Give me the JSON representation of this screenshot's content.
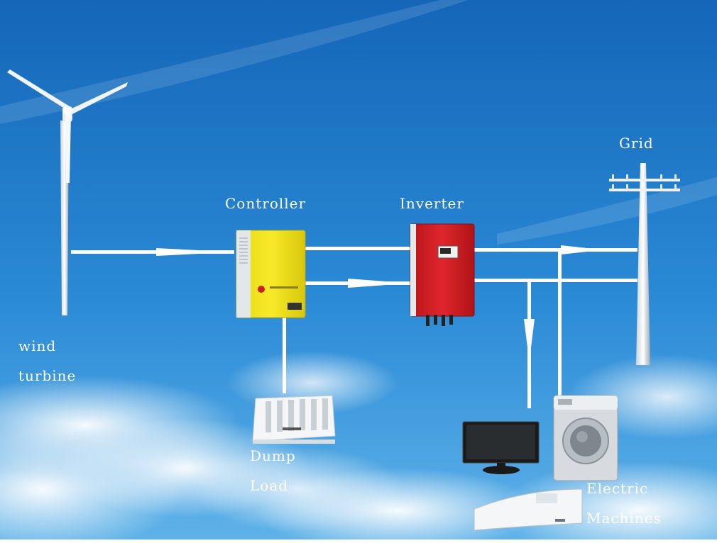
{
  "labels": {
    "wind_turbine_line1": "wind",
    "wind_turbine_line2": "turbine",
    "controller": "Controller",
    "inverter": "Inverter",
    "grid": "Grid",
    "dump_load_line1": "Dump",
    "dump_load_line2": "Load",
    "electric_machines_line1": "Electric",
    "electric_machines_line2": "Machines"
  },
  "colors": {
    "sky_top": "#1566b8",
    "sky_bottom": "#5fb2e8",
    "arrow": "#ffffff",
    "controller_body": "#f4e51c",
    "inverter_body": "#d81f26"
  }
}
